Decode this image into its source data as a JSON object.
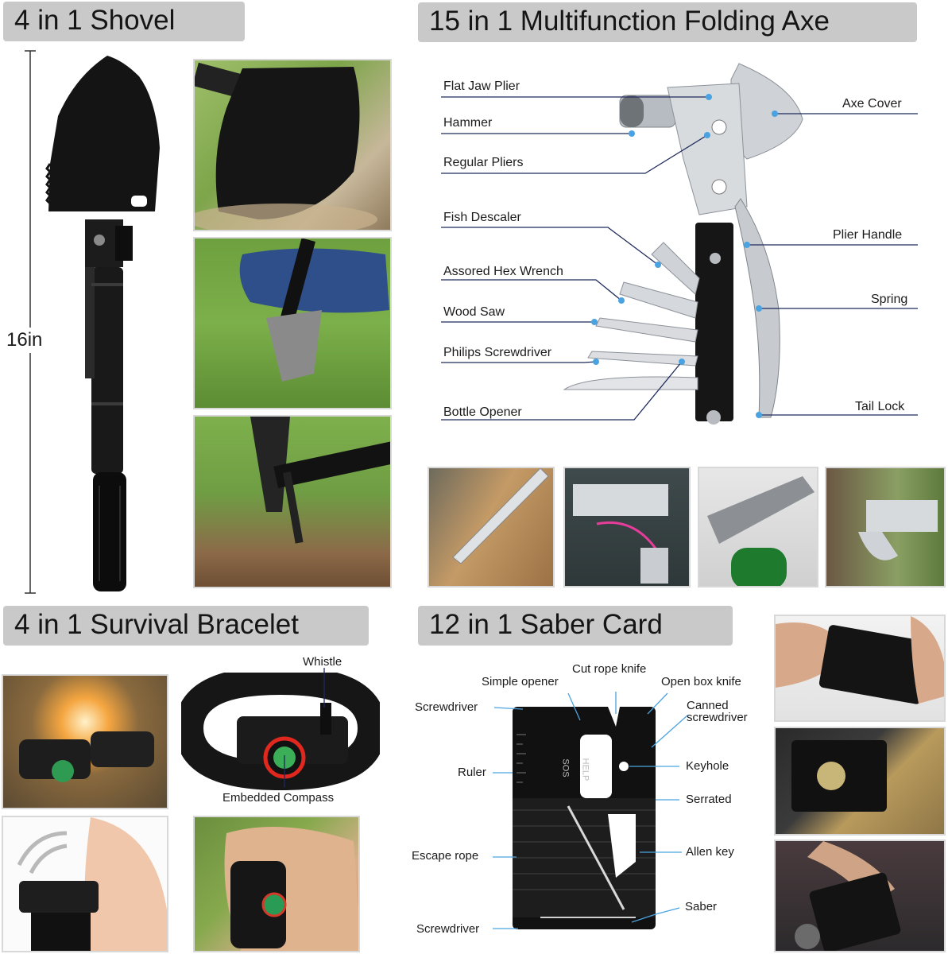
{
  "sections": {
    "shovel": {
      "title": "4 in 1 Shovel",
      "height_label": "16in"
    },
    "axe": {
      "title": "15 in 1 Multifunction Folding Axe",
      "labels": {
        "flat_jaw_plier": "Flat Jaw Plier",
        "hammer": "Hammer",
        "regular_pliers": "Regular Pliers",
        "fish_descaler": "Fish Descaler",
        "hex_wrench": "Assored Hex Wrench",
        "wood_saw": "Wood Saw",
        "philips_screwdriver": "Philips Screwdriver",
        "bottle_opener": "Bottle Opener",
        "axe_cover": "Axe Cover",
        "plier_handle": "Plier Handle",
        "spring": "Spring",
        "tail_lock": "Tail Lock"
      }
    },
    "bracelet": {
      "title": "4 in 1 Survival Bracelet",
      "labels": {
        "whistle": "Whistle",
        "compass": "Embedded Compass"
      }
    },
    "card": {
      "title": "12 in 1 Saber Card",
      "labels": {
        "cut_rope_knife": "Cut rope knife",
        "simple_opener": "Simple opener",
        "open_box_knife": "Open box knife",
        "screwdriver_top": "Screwdriver",
        "canned_screwdriver": "Canned\nscrewdriver",
        "ruler": "Ruler",
        "keyhole": "Keyhole",
        "serrated": "Serrated",
        "escape_rope": "Escape rope",
        "allen_key": "Allen key",
        "saber": "Saber",
        "screwdriver_bottom": "Screwdriver"
      },
      "card_print": {
        "brand": "HELP",
        "sos": "SOS"
      }
    }
  },
  "colors": {
    "title_bg": "#c9c9c9",
    "leader_line": "#1f2a5c",
    "marker": "#4aa3e0",
    "compass_ring": "#e0281e"
  }
}
